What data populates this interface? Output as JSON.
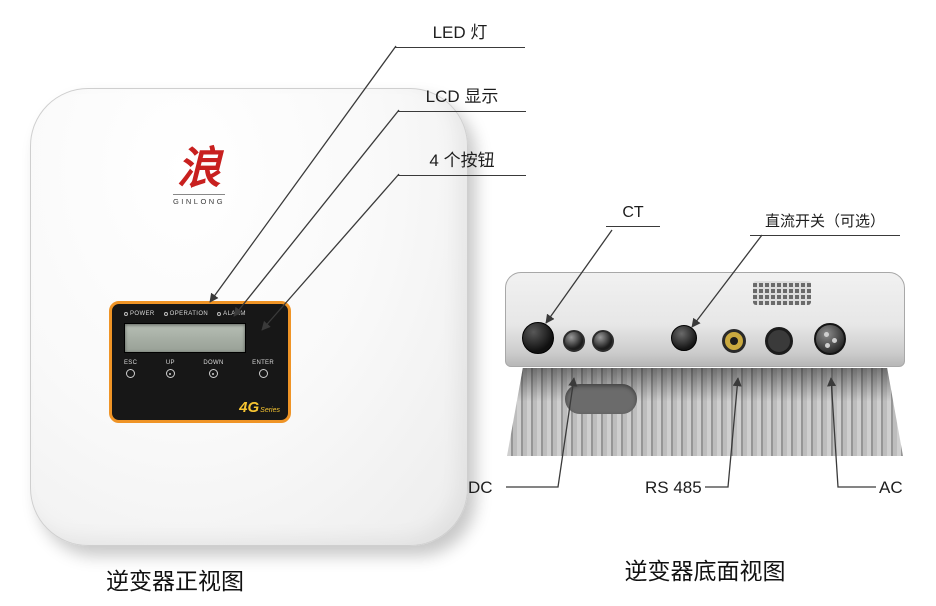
{
  "callouts": {
    "led": "LED 灯",
    "lcd": "LCD 显示",
    "buttons": "4 个按钮",
    "ct": "CT",
    "dc_switch": "直流开关（可选）",
    "dc": "DC",
    "rs485": "RS 485",
    "ac": "AC"
  },
  "captions": {
    "front_view": "逆变器正视图",
    "bottom_view": "逆变器底面视图"
  },
  "front_panel": {
    "logo_char": "浪",
    "logo_brand": "GINLONG",
    "led_labels": [
      "POWER",
      "OPERATION",
      "ALARM"
    ],
    "button_labels": [
      "ESC",
      "UP",
      "DOWN",
      "ENTER"
    ],
    "series_number": "4G",
    "series_word": "Series"
  },
  "colors": {
    "panel_border_orange": "#ef9426",
    "panel_black": "#171717",
    "logo_red": "#c8201f",
    "series_yellow": "#f6c431",
    "callout_line": "#3a3a3a"
  }
}
